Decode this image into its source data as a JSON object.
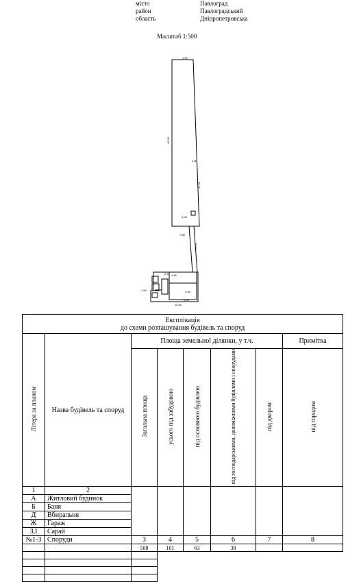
{
  "header": {
    "labels": [
      "місто",
      "район",
      "область"
    ],
    "values": [
      "Павлоград",
      "Павлоградський",
      "Дніпропетровська"
    ]
  },
  "scale": "Масштаб 1:500",
  "plan_labels": {
    "top_width": "1,40",
    "long_side": "40,29",
    "right_side": "17,36",
    "mid_bottom": "7,88",
    "passage": "14,60",
    "lower_top": "2,64",
    "small_a": "2,80",
    "small_b": "2,08",
    "b1": "4,46",
    "b2": "3,98",
    "b3": "1,58",
    "b4": "5,68",
    "b5": "10,80"
  },
  "explication": {
    "title1": "Експлікація",
    "title2": "до схеми розташування будівель та споруд",
    "col_letter": "Літера за планом",
    "col_name": "Назва будівель та споруд",
    "col_area": "Площа земельної ділянки, у т.ч.",
    "col_note": "Примітка",
    "sub_cols": [
      "Загальна площа",
      "усього під забудовою",
      "під основною будівлею",
      "під господарськими, допоміжними будівлями і спорудами",
      "під двором",
      "під городом"
    ],
    "col_numbers": [
      "1",
      "2",
      "3",
      "4",
      "5",
      "6",
      "7",
      "8"
    ],
    "rows": [
      {
        "letter": "А",
        "name": "Житловий будинок"
      },
      {
        "letter": "Б",
        "name": "Баня"
      },
      {
        "letter": "Д",
        "name": "Вбиральня"
      },
      {
        "letter": "Ж",
        "name": "Гараж"
      },
      {
        "letter": "З,І",
        "name": "Сарай"
      },
      {
        "letter": "№1-3",
        "name": "Споруди"
      }
    ],
    "values": [
      "508",
      "101",
      "63",
      "38",
      "",
      ""
    ]
  }
}
